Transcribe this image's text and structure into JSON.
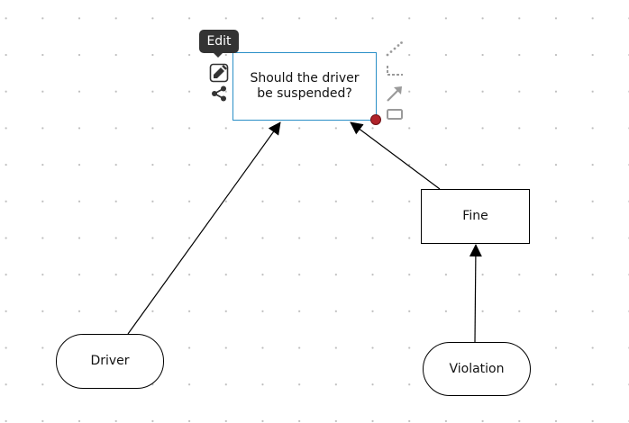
{
  "diagram": {
    "nodes": {
      "decision": {
        "label": "Should the driver be suspended?"
      },
      "fine": {
        "label": "Fine"
      },
      "driver": {
        "label": "Driver"
      },
      "violation": {
        "label": "Violation"
      }
    },
    "edges": [
      {
        "from": "driver",
        "to": "decision"
      },
      {
        "from": "fine",
        "to": "decision"
      },
      {
        "from": "violation",
        "to": "fine"
      }
    ]
  },
  "toolbar": {
    "edit_tooltip": "Edit",
    "left_tools": [
      "edit-icon",
      "share-icon"
    ],
    "right_tools": [
      "dotted-connector-icon",
      "dashed-connector-icon",
      "arrow-connector-icon",
      "rectangle-shape-icon"
    ]
  },
  "colors": {
    "selection": "#2a8fc7",
    "handle": "#b0232a",
    "tooltip_bg": "#333333",
    "tool_icon": "#9a9a9a"
  }
}
